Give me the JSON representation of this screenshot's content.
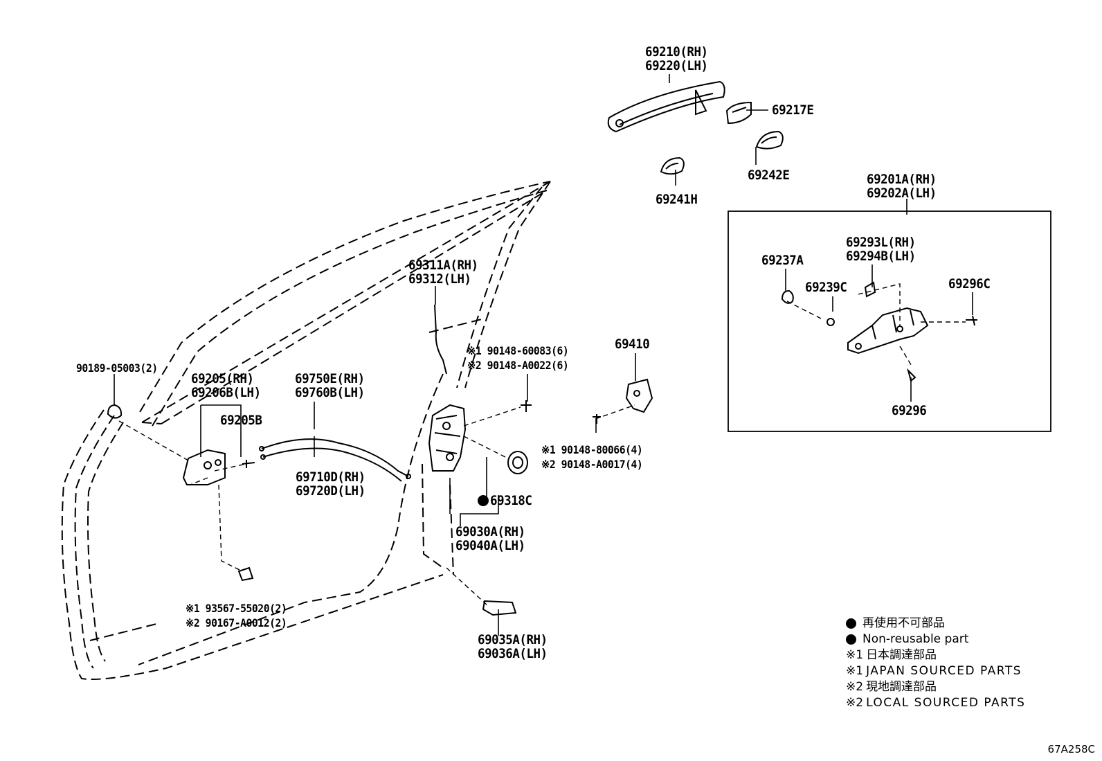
{
  "labels": {
    "p69210": [
      "69210(RH)",
      "69220(LH)"
    ],
    "p69217E": "69217E",
    "p69242E": "69242E",
    "p69241H": "69241H",
    "p69201A": [
      "69201A(RH)",
      "69202A(LH)"
    ],
    "p69293L": [
      "69293L(RH)",
      "69294B(LH)"
    ],
    "p69237A": "69237A",
    "p69239C": "69239C",
    "p69296C": "69296C",
    "p69296": "69296",
    "p69311A": [
      "69311A(RH)",
      "69312(LH)"
    ],
    "p69410": "69410",
    "p90148_60083": [
      "※1 90148-60083(6)",
      "※2 90148-A0022(6)"
    ],
    "p90148_80066": [
      "※1 90148-80066(4)",
      "※2 90148-A0017(4)"
    ],
    "p90189": "90189-05003(2)",
    "p69205": [
      "69205(RH)",
      "69206B(LH)"
    ],
    "p69205B": "69205B",
    "p69750E": [
      "69750E(RH)",
      "69760B(LH)"
    ],
    "p69710D": [
      "69710D(RH)",
      "69720D(LH)"
    ],
    "p69318C": "69318C",
    "p69030A": [
      "69030A(RH)",
      "69040A(LH)"
    ],
    "p93567": [
      "※1 93567-55020(2)",
      "※2 90167-A0012(2)"
    ],
    "p69035A": [
      "69035A(RH)",
      "69036A(LH)"
    ]
  },
  "legend": {
    "non_reusable_jp": "再使用不可部品",
    "non_reusable_en": "Non-reusable part",
    "japan_mark": "※1",
    "japan_jp": "日本調達部品",
    "japan_en": "JAPAN SOURCED PARTS",
    "local_mark": "※2",
    "local_jp": "現地調達部品",
    "local_en": "LOCAL SOURCED PARTS"
  },
  "diagram_code": "67A258C"
}
